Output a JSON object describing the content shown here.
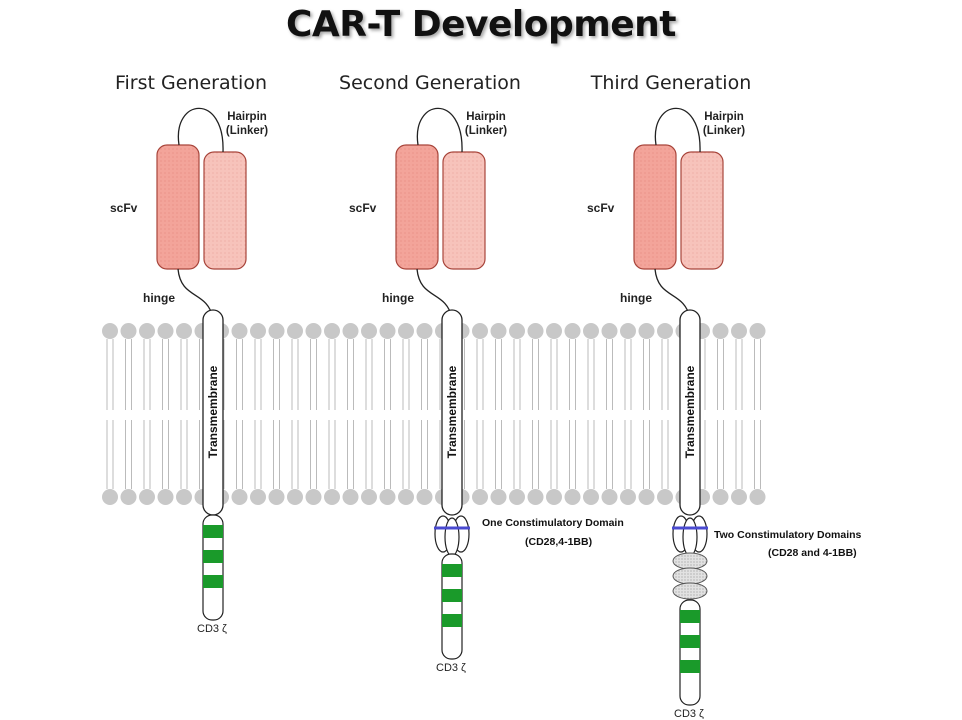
{
  "title": "CAR-T Development",
  "generations": [
    {
      "title": "First Generation",
      "linker_label_1": "Hairpin",
      "linker_label_2": "(Linker)",
      "scfv_label": "scFv",
      "hinge_label": "hinge",
      "transmembrane_label": "Transmembrane",
      "costim_line_1": "",
      "costim_line_2": "",
      "cd3_label": "CD3 ζ"
    },
    {
      "title": "Second Generation",
      "linker_label_1": "Hairpin",
      "linker_label_2": "(Linker)",
      "scfv_label": "scFv",
      "hinge_label": "hinge",
      "transmembrane_label": "Transmembrane",
      "costim_line_1": "One Constimulatory Domain",
      "costim_line_2": "(CD28,4-1BB)",
      "cd3_label": "CD3 ζ"
    },
    {
      "title": "Third Generation",
      "linker_label_1": "Hairpin",
      "linker_label_2": "(Linker)",
      "scfv_label": "scFv",
      "hinge_label": "hinge",
      "transmembrane_label": "Transmembrane",
      "costim_line_1": "Two Constimulatory Domains",
      "costim_line_2": "(CD28 and 4-1BB)",
      "cd3_label": "CD3 ζ"
    }
  ],
  "colors": {
    "scfv_dark": "#f07a6a",
    "scfv_light": "#f5b5ad",
    "lipid_head": "#c8c8c8",
    "cd3_stripe": "#1a9a2a",
    "costim_band": "#4a4ad0",
    "costim_oval": "#d9d9d9"
  }
}
